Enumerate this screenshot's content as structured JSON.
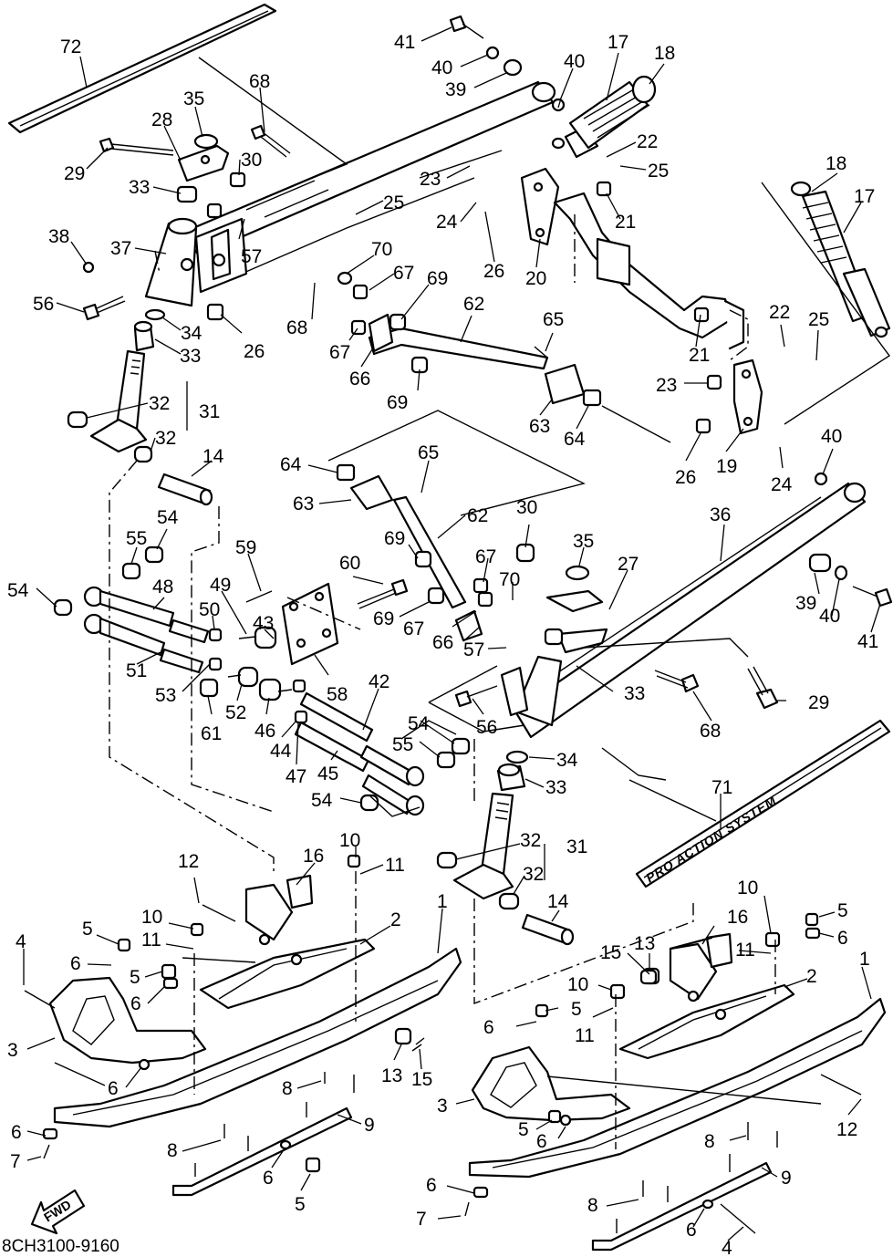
{
  "diagram_code": "8CH3100-9160",
  "fwd_arrow_text": "FWD",
  "stamp_text": "PRO ACTION SYSTEM",
  "callouts": [
    {
      "id": "c72",
      "label": "72"
    },
    {
      "id": "c68a",
      "label": "68"
    },
    {
      "id": "c35a",
      "label": "35"
    },
    {
      "id": "c28",
      "label": "28"
    },
    {
      "id": "c29a",
      "label": "29"
    },
    {
      "id": "c30a",
      "label": "30"
    },
    {
      "id": "c33a",
      "label": "33"
    },
    {
      "id": "c38",
      "label": "38"
    },
    {
      "id": "c37",
      "label": "37"
    },
    {
      "id": "c56a",
      "label": "56"
    },
    {
      "id": "c34a",
      "label": "34"
    },
    {
      "id": "c33b",
      "label": "33"
    },
    {
      "id": "c26a",
      "label": "26"
    },
    {
      "id": "c32a",
      "label": "32"
    },
    {
      "id": "c31a",
      "label": "31"
    },
    {
      "id": "c32b",
      "label": "32"
    },
    {
      "id": "c14a",
      "label": "14"
    },
    {
      "id": "c41a",
      "label": "41"
    },
    {
      "id": "c40a",
      "label": "40"
    },
    {
      "id": "c39a",
      "label": "39"
    },
    {
      "id": "c40b",
      "label": "40"
    },
    {
      "id": "c17a",
      "label": "17"
    },
    {
      "id": "c18a",
      "label": "18"
    },
    {
      "id": "c22a",
      "label": "22"
    },
    {
      "id": "c25a",
      "label": "25"
    },
    {
      "id": "c23a",
      "label": "23"
    },
    {
      "id": "c24a",
      "label": "24"
    },
    {
      "id": "c26b",
      "label": "26"
    },
    {
      "id": "c20",
      "label": "20"
    },
    {
      "id": "c21a",
      "label": "21"
    },
    {
      "id": "c25b",
      "label": "25"
    },
    {
      "id": "c57a",
      "label": "57"
    },
    {
      "id": "c70a",
      "label": "70"
    },
    {
      "id": "c67a",
      "label": "67"
    },
    {
      "id": "c69a",
      "label": "69"
    },
    {
      "id": "c68b",
      "label": "68"
    },
    {
      "id": "c67b",
      "label": "67"
    },
    {
      "id": "c66a",
      "label": "66"
    },
    {
      "id": "c69b",
      "label": "69"
    },
    {
      "id": "c62a",
      "label": "62"
    },
    {
      "id": "c65a",
      "label": "65"
    },
    {
      "id": "c63a",
      "label": "63"
    },
    {
      "id": "c64a",
      "label": "64"
    },
    {
      "id": "c18b",
      "label": "18"
    },
    {
      "id": "c17b",
      "label": "17"
    },
    {
      "id": "c22b",
      "label": "22"
    },
    {
      "id": "c25c",
      "label": "25"
    },
    {
      "id": "c21b",
      "label": "21"
    },
    {
      "id": "c23b",
      "label": "23"
    },
    {
      "id": "c26c",
      "label": "26"
    },
    {
      "id": "c19",
      "label": "19"
    },
    {
      "id": "c24b",
      "label": "24"
    },
    {
      "id": "c40c",
      "label": "40"
    },
    {
      "id": "c64b",
      "label": "64"
    },
    {
      "id": "c63b",
      "label": "63"
    },
    {
      "id": "c65b",
      "label": "65"
    },
    {
      "id": "c62b",
      "label": "62"
    },
    {
      "id": "c30b",
      "label": "30"
    },
    {
      "id": "c35b",
      "label": "35"
    },
    {
      "id": "c36",
      "label": "36"
    },
    {
      "id": "c69c",
      "label": "69"
    },
    {
      "id": "c67c",
      "label": "67"
    },
    {
      "id": "c27",
      "label": "27"
    },
    {
      "id": "c60",
      "label": "60"
    },
    {
      "id": "c70b",
      "label": "70"
    },
    {
      "id": "c69d",
      "label": "69"
    },
    {
      "id": "c67d",
      "label": "67"
    },
    {
      "id": "c66b",
      "label": "66"
    },
    {
      "id": "c57b",
      "label": "57"
    },
    {
      "id": "c39b",
      "label": "39"
    },
    {
      "id": "c40d",
      "label": "40"
    },
    {
      "id": "c41b",
      "label": "41"
    },
    {
      "id": "c59",
      "label": "59"
    },
    {
      "id": "c54a",
      "label": "54"
    },
    {
      "id": "c55a",
      "label": "55"
    },
    {
      "id": "c54b",
      "label": "54"
    },
    {
      "id": "c48",
      "label": "48"
    },
    {
      "id": "c49",
      "label": "49"
    },
    {
      "id": "c50",
      "label": "50"
    },
    {
      "id": "c43",
      "label": "43"
    },
    {
      "id": "c51",
      "label": "51"
    },
    {
      "id": "c53",
      "label": "53"
    },
    {
      "id": "c52",
      "label": "52"
    },
    {
      "id": "c61",
      "label": "61"
    },
    {
      "id": "c46",
      "label": "46"
    },
    {
      "id": "c58",
      "label": "58"
    },
    {
      "id": "c42",
      "label": "42"
    },
    {
      "id": "c33c",
      "label": "33"
    },
    {
      "id": "c68c",
      "label": "68"
    },
    {
      "id": "c29b",
      "label": "29"
    },
    {
      "id": "c44",
      "label": "44"
    },
    {
      "id": "c47",
      "label": "47"
    },
    {
      "id": "c45",
      "label": "45"
    },
    {
      "id": "c54c",
      "label": "54"
    },
    {
      "id": "c55b",
      "label": "55"
    },
    {
      "id": "c56b",
      "label": "56"
    },
    {
      "id": "c54d",
      "label": "54"
    },
    {
      "id": "c34b",
      "label": "34"
    },
    {
      "id": "c33d",
      "label": "33"
    },
    {
      "id": "c71",
      "label": "71"
    },
    {
      "id": "c32c",
      "label": "32"
    },
    {
      "id": "c31b",
      "label": "31"
    },
    {
      "id": "c32d",
      "label": "32"
    },
    {
      "id": "c10a",
      "label": "10"
    },
    {
      "id": "c11a",
      "label": "11"
    },
    {
      "id": "c16a",
      "label": "16"
    },
    {
      "id": "c12a",
      "label": "12"
    },
    {
      "id": "c14b",
      "label": "14"
    },
    {
      "id": "c10b",
      "label": "10"
    },
    {
      "id": "c11b",
      "label": "11"
    },
    {
      "id": "c2a",
      "label": "2"
    },
    {
      "id": "c1a",
      "label": "1"
    },
    {
      "id": "c4a",
      "label": "4"
    },
    {
      "id": "c5a",
      "label": "5"
    },
    {
      "id": "c6a",
      "label": "6"
    },
    {
      "id": "c5b",
      "label": "5"
    },
    {
      "id": "c6b",
      "label": "6"
    },
    {
      "id": "c3a",
      "label": "3"
    },
    {
      "id": "c6c",
      "label": "6"
    },
    {
      "id": "c13a",
      "label": "13"
    },
    {
      "id": "c15a",
      "label": "15"
    },
    {
      "id": "c8a",
      "label": "8"
    },
    {
      "id": "c9a",
      "label": "9"
    },
    {
      "id": "c6d",
      "label": "6"
    },
    {
      "id": "c7a",
      "label": "7"
    },
    {
      "id": "c8b",
      "label": "8"
    },
    {
      "id": "c6e",
      "label": "6"
    },
    {
      "id": "c5c",
      "label": "5"
    },
    {
      "id": "c10c",
      "label": "10"
    },
    {
      "id": "c5d",
      "label": "5"
    },
    {
      "id": "c6f",
      "label": "6"
    },
    {
      "id": "c16b",
      "label": "16"
    },
    {
      "id": "c11c",
      "label": "11"
    },
    {
      "id": "c15b",
      "label": "15"
    },
    {
      "id": "c13b",
      "label": "13"
    },
    {
      "id": "c10d",
      "label": "10"
    },
    {
      "id": "c11d",
      "label": "11"
    },
    {
      "id": "c2b",
      "label": "2"
    },
    {
      "id": "c1b",
      "label": "1"
    },
    {
      "id": "c6g",
      "label": "6"
    },
    {
      "id": "c5e",
      "label": "5"
    },
    {
      "id": "c3b",
      "label": "3"
    },
    {
      "id": "c5f",
      "label": "5"
    },
    {
      "id": "c6h",
      "label": "6"
    },
    {
      "id": "c12b",
      "label": "12"
    },
    {
      "id": "c8c",
      "label": "8"
    },
    {
      "id": "c9b",
      "label": "9"
    },
    {
      "id": "c6i",
      "label": "6"
    },
    {
      "id": "c7b",
      "label": "7"
    },
    {
      "id": "c8d",
      "label": "8"
    },
    {
      "id": "c6j",
      "label": "6"
    },
    {
      "id": "c4b",
      "label": "4"
    }
  ]
}
